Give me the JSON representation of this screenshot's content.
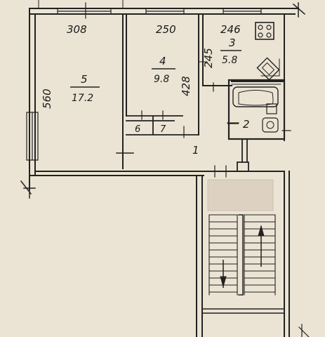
{
  "plan": {
    "dimensions": {
      "room5_width": "308",
      "room4_width": "250",
      "room3_width": "246",
      "room5_depth": "560",
      "room4_depth": "428",
      "room3_depth": "245"
    },
    "rooms": [
      {
        "number": "5",
        "area": "17.2"
      },
      {
        "number": "4",
        "area": "9.8"
      },
      {
        "number": "3",
        "area": "5.8"
      },
      {
        "number": "2",
        "area": ""
      },
      {
        "number": "1",
        "area": ""
      },
      {
        "number": "6",
        "area": ""
      },
      {
        "number": "7",
        "area": ""
      }
    ]
  }
}
